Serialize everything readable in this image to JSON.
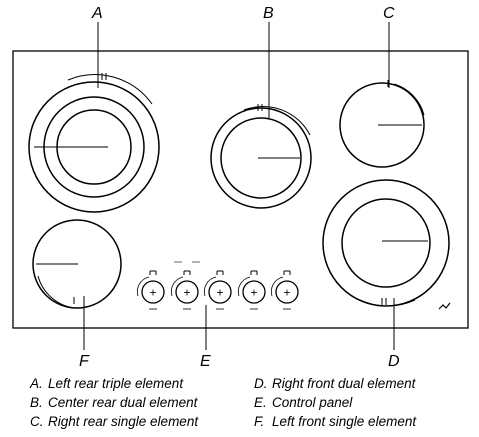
{
  "callouts": {
    "a": "A",
    "b": "B",
    "c": "C",
    "d": "D",
    "e": "E",
    "f": "F"
  },
  "control_symbol": "+",
  "legend": [
    {
      "letter": "A.",
      "text": "Left rear triple element"
    },
    {
      "letter": "B.",
      "text": "Center rear dual element"
    },
    {
      "letter": "C.",
      "text": "Right rear single element"
    },
    {
      "letter": "D.",
      "text": "Right front dual element"
    },
    {
      "letter": "E.",
      "text": "Control panel"
    },
    {
      "letter": "F.",
      "text": "Left front single element"
    }
  ]
}
